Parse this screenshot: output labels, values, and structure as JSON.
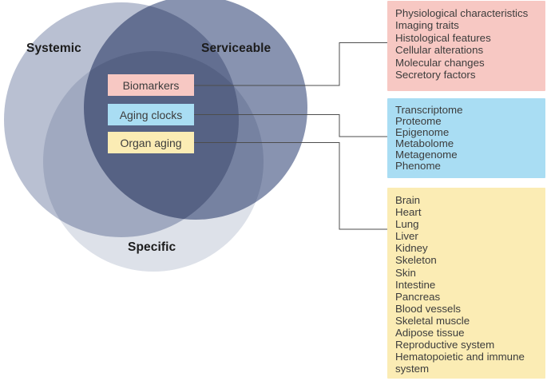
{
  "figure": {
    "type": "venn-diagram",
    "connector_color": "#4d4d4d",
    "text_color": "#3c3c3c"
  },
  "venn": {
    "circles": [
      {
        "label": "Systemic",
        "color": "#b9c0d2"
      },
      {
        "label": "Serviceable",
        "color": "#8893b0"
      },
      {
        "label": "Specific",
        "color": "#dde1e9"
      }
    ],
    "center_boxes": [
      {
        "label": "Biomarkers",
        "color": "#f7c8c3"
      },
      {
        "label": "Aging clocks",
        "color": "#a9ddf3"
      },
      {
        "label": "Organ aging",
        "color": "#fbecb4"
      }
    ]
  },
  "panels": [
    {
      "name": "biomarkers-examples",
      "color": "#f7c8c3",
      "items": [
        "Physiological characteristics",
        "Imaging traits",
        "Histological features",
        "Cellular alterations",
        "Molecular changes",
        "Secretory factors"
      ]
    },
    {
      "name": "aging-clocks-examples",
      "color": "#a9ddf3",
      "items": [
        "Transcriptome",
        "Proteome",
        "Epigenome",
        "Metabolome",
        "Metagenome",
        "Phenome"
      ]
    },
    {
      "name": "organ-aging-examples",
      "color": "#fbecb4",
      "items": [
        "Brain",
        "Heart",
        "Lung",
        "Liver",
        "Kidney",
        "Skeleton",
        "Skin",
        "Intestine",
        "Pancreas",
        "Blood vessels",
        "Skeletal muscle",
        "Adipose tissue",
        "Reproductive system",
        "Hematopoietic and immune system"
      ]
    }
  ]
}
